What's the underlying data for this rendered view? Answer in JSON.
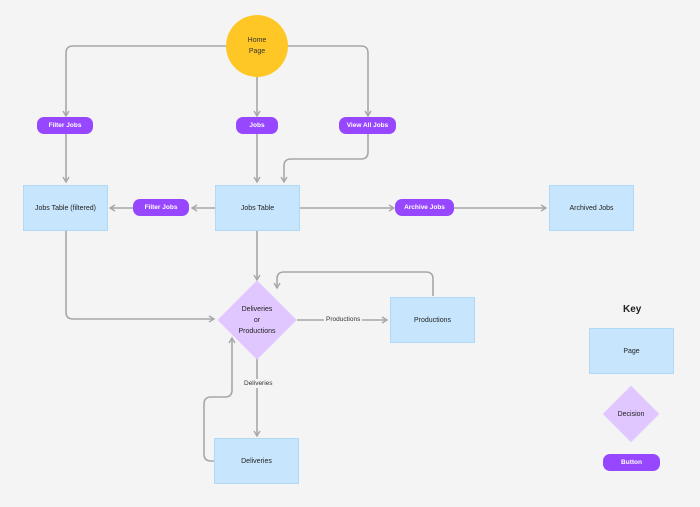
{
  "nodes": {
    "home": {
      "line1": "Home",
      "line2": "Page"
    },
    "filter_jobs_top": "Filter Jobs",
    "jobs_button": "Jobs",
    "view_all_jobs": "View All Jobs",
    "jobs_table_filtered": "Jobs Table (filtered)",
    "filter_jobs_mid": "Filter Jobs",
    "jobs_table": "Jobs Table",
    "archive_jobs": "Archive Jobs",
    "archived_jobs": "Archived Jobs",
    "decision": {
      "line1": "Deliveries",
      "line2": "or",
      "line3": "Productions"
    },
    "productions": "Productions",
    "deliveries": "Deliveries"
  },
  "edge_labels": {
    "productions": "Productions",
    "deliveries": "Deliveries"
  },
  "key": {
    "title": "Key",
    "page": "Page",
    "decision": "Decision",
    "button": "Button"
  },
  "colors": {
    "home": "#ffc726",
    "page": "#c7e6fd",
    "button": "#9747ff",
    "decision": "#e1c7ff",
    "connector": "#a7a7a7"
  }
}
